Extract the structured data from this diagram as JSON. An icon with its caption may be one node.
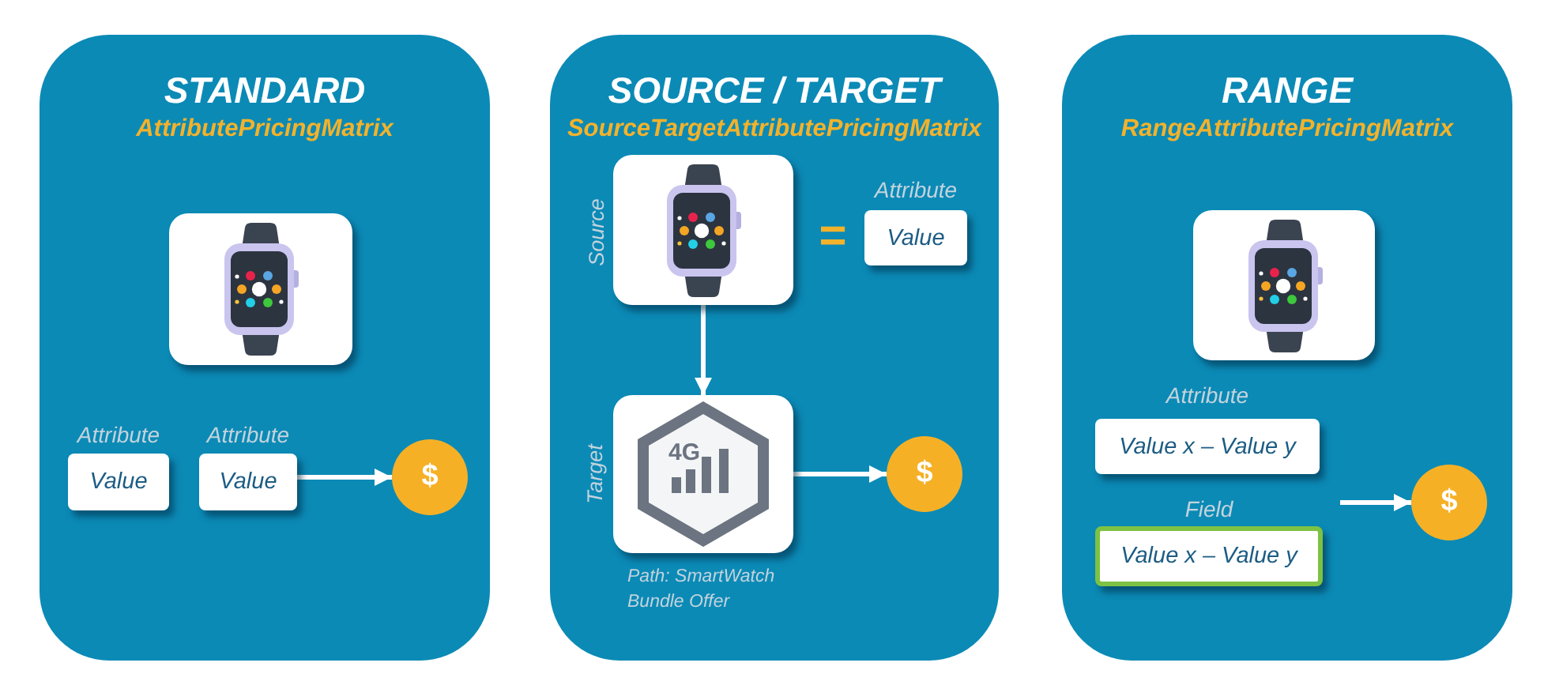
{
  "diagram": {
    "nodes": [
      {
        "text": [
          "STANDARD",
          "AttributePricingMatrix"
        ]
      },
      {
        "text": [],
        "shape": "picture",
        "in": 0
      },
      {
        "text": [
          "Attribute",
          "Value"
        ],
        "in": 0
      },
      {
        "text": [
          "Attribute",
          "Value"
        ],
        "in": 0
      },
      {
        "text": [
          "$"
        ],
        "in": 0
      },
      {
        "text": [
          "SOURCE / TARGET",
          "SourceTargetAttributePricingMatrix"
        ]
      },
      {
        "text": [],
        "shape": "picture",
        "in": 5,
        "beside": [
          "Source"
        ]
      },
      {
        "text": [
          "Attribute",
          "Value"
        ],
        "in": 5
      },
      {
        "text": [
          "4G"
        ],
        "in": 5,
        "beside": [
          "Target",
          "Path: SmartWatch Bundle Offer"
        ]
      },
      {
        "text": [
          "$"
        ],
        "in": 5
      },
      {
        "text": [
          "RANGE",
          "RangeAttributePricingMatrix"
        ]
      },
      {
        "text": [],
        "shape": "picture",
        "in": 10
      },
      {
        "text": [
          "Attribute",
          "Value x – Value y"
        ],
        "in": 10
      },
      {
        "text": [
          "Field",
          "Value x – Value y"
        ],
        "in": 10
      },
      {
        "text": [
          "$"
        ],
        "in": 10
      }
    ],
    "edges": [
      {
        "from": 3,
        "to": 4,
        "arrow": "to"
      },
      {
        "from": 6,
        "to": 8,
        "arrow": "to"
      },
      {
        "from": 8,
        "to": 9,
        "arrow": "to"
      },
      {
        "from": null,
        "to": 14,
        "arrow": "to"
      }
    ],
    "labels": [
      "="
    ]
  }
}
